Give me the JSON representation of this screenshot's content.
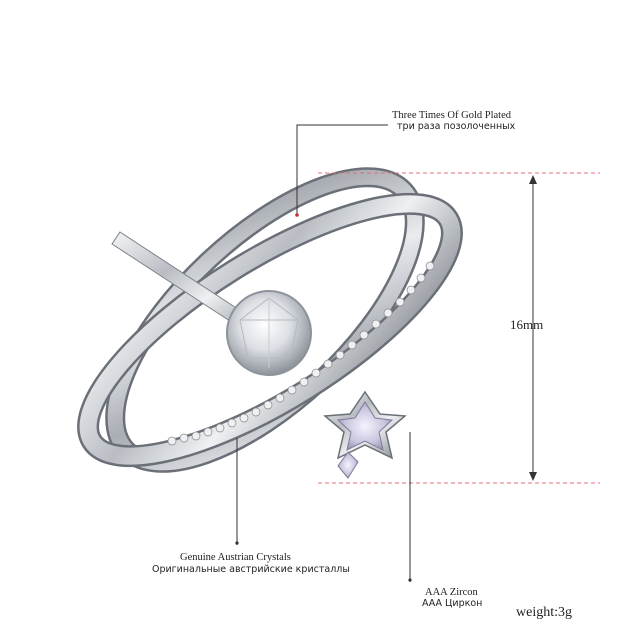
{
  "annotations": {
    "gold_plated_en": "Three Times Of Gold Plated",
    "gold_plated_ru": "три раза позолоченных",
    "height": "16mm",
    "crystals_en": "Genuine Austrian Crystals",
    "crystals_ru": "Оригинальные австрийские кристаллы",
    "zircon_en": "AAA Zircon",
    "zircon_ru": "AAA Циркон",
    "weight": "weight:3g"
  },
  "colors": {
    "background": "#ffffff",
    "metal": "#c4c7cc",
    "metal_shadow": "#6b7078",
    "leader_line": "#333333",
    "dimension_line": "#e0707a"
  }
}
